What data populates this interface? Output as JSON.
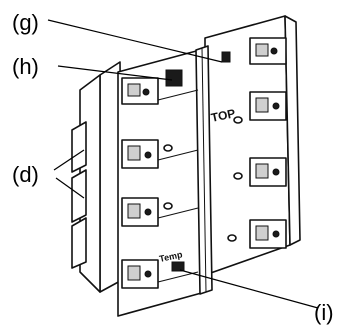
{
  "callouts": {
    "g": "(g)",
    "h": "(h)",
    "d": "(d)",
    "i": "(i)"
  },
  "part_text": {
    "top": "TOP",
    "temp": "Temp"
  }
}
